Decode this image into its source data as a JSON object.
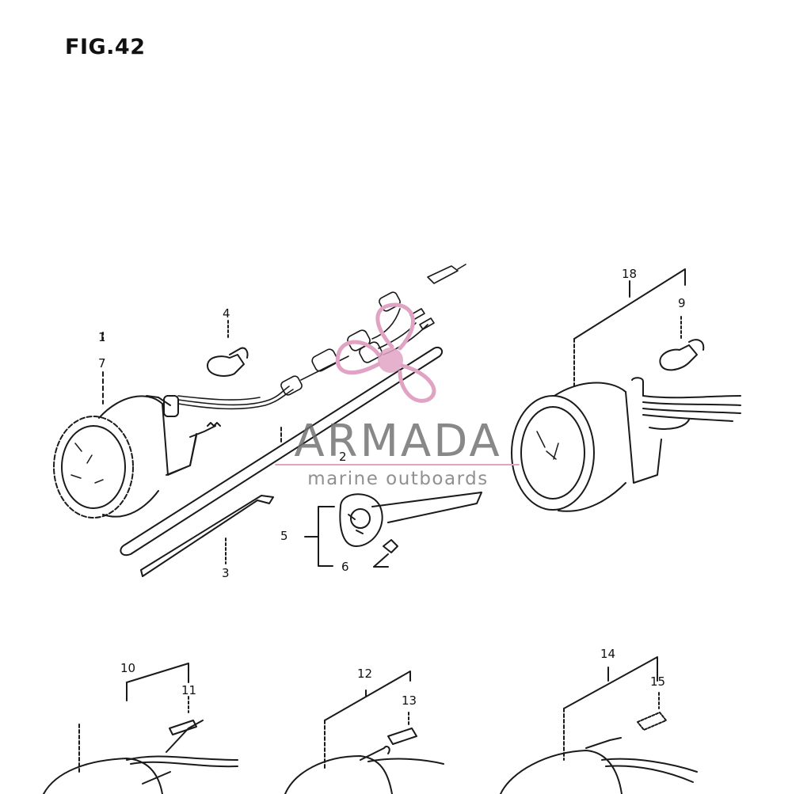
{
  "figure": {
    "title": "FIG.42"
  },
  "callouts": [
    "1",
    "7",
    "4",
    "2",
    "3",
    "5",
    "6",
    "18",
    "9",
    "10",
    "11",
    "12",
    "13",
    "14",
    "15"
  ],
  "watermark": {
    "brand": "ARMADA",
    "tagline": "marine outboards",
    "accent_color": "#e0a3c4",
    "text_color": "#6e6e6e"
  },
  "colors": {
    "line": "#1a1a1a",
    "background": "#ffffff"
  }
}
